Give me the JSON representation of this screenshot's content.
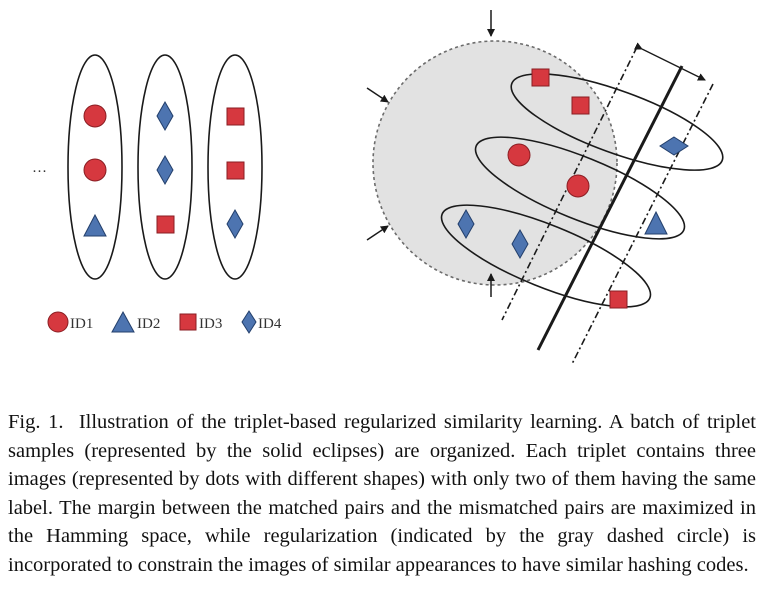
{
  "figure": {
    "ellipsis": "···",
    "legend": [
      {
        "shape": "circle",
        "label": "ID1"
      },
      {
        "shape": "triangle",
        "label": "ID2"
      },
      {
        "shape": "square",
        "label": "ID3"
      },
      {
        "shape": "diamond",
        "label": "ID4"
      }
    ],
    "colors": {
      "red": "#d6383f",
      "blue": "#4d74b0",
      "outline": "#1a1a1a",
      "circle_fill": "#e2e2e2"
    },
    "batch_columns": [
      {
        "shapes": [
          "circle",
          "circle",
          "triangle"
        ]
      },
      {
        "shapes": [
          "diamond",
          "diamond",
          "square"
        ]
      },
      {
        "shapes": [
          "square",
          "square",
          "diamond"
        ]
      }
    ],
    "triplets": [
      {
        "shapes": [
          "square",
          "square",
          "diamond"
        ]
      },
      {
        "shapes": [
          "circle",
          "circle",
          "triangle"
        ]
      },
      {
        "shapes": [
          "diamond",
          "diamond",
          "square"
        ]
      }
    ]
  },
  "caption": {
    "label": "Fig. 1.",
    "text": "Illustration of the triplet-based regularized similarity learning. A batch of triplet samples (represented by the solid eclipses) are organized. Each triplet contains three images (represented by dots with different shapes) with only two of them having the same label. The margin between the matched pairs and the mismatched pairs are maximized in the Hamming space, while regularization (indicated by the gray dashed circle) is incorporated to constrain the images of similar appearances to have similar hashing codes."
  }
}
